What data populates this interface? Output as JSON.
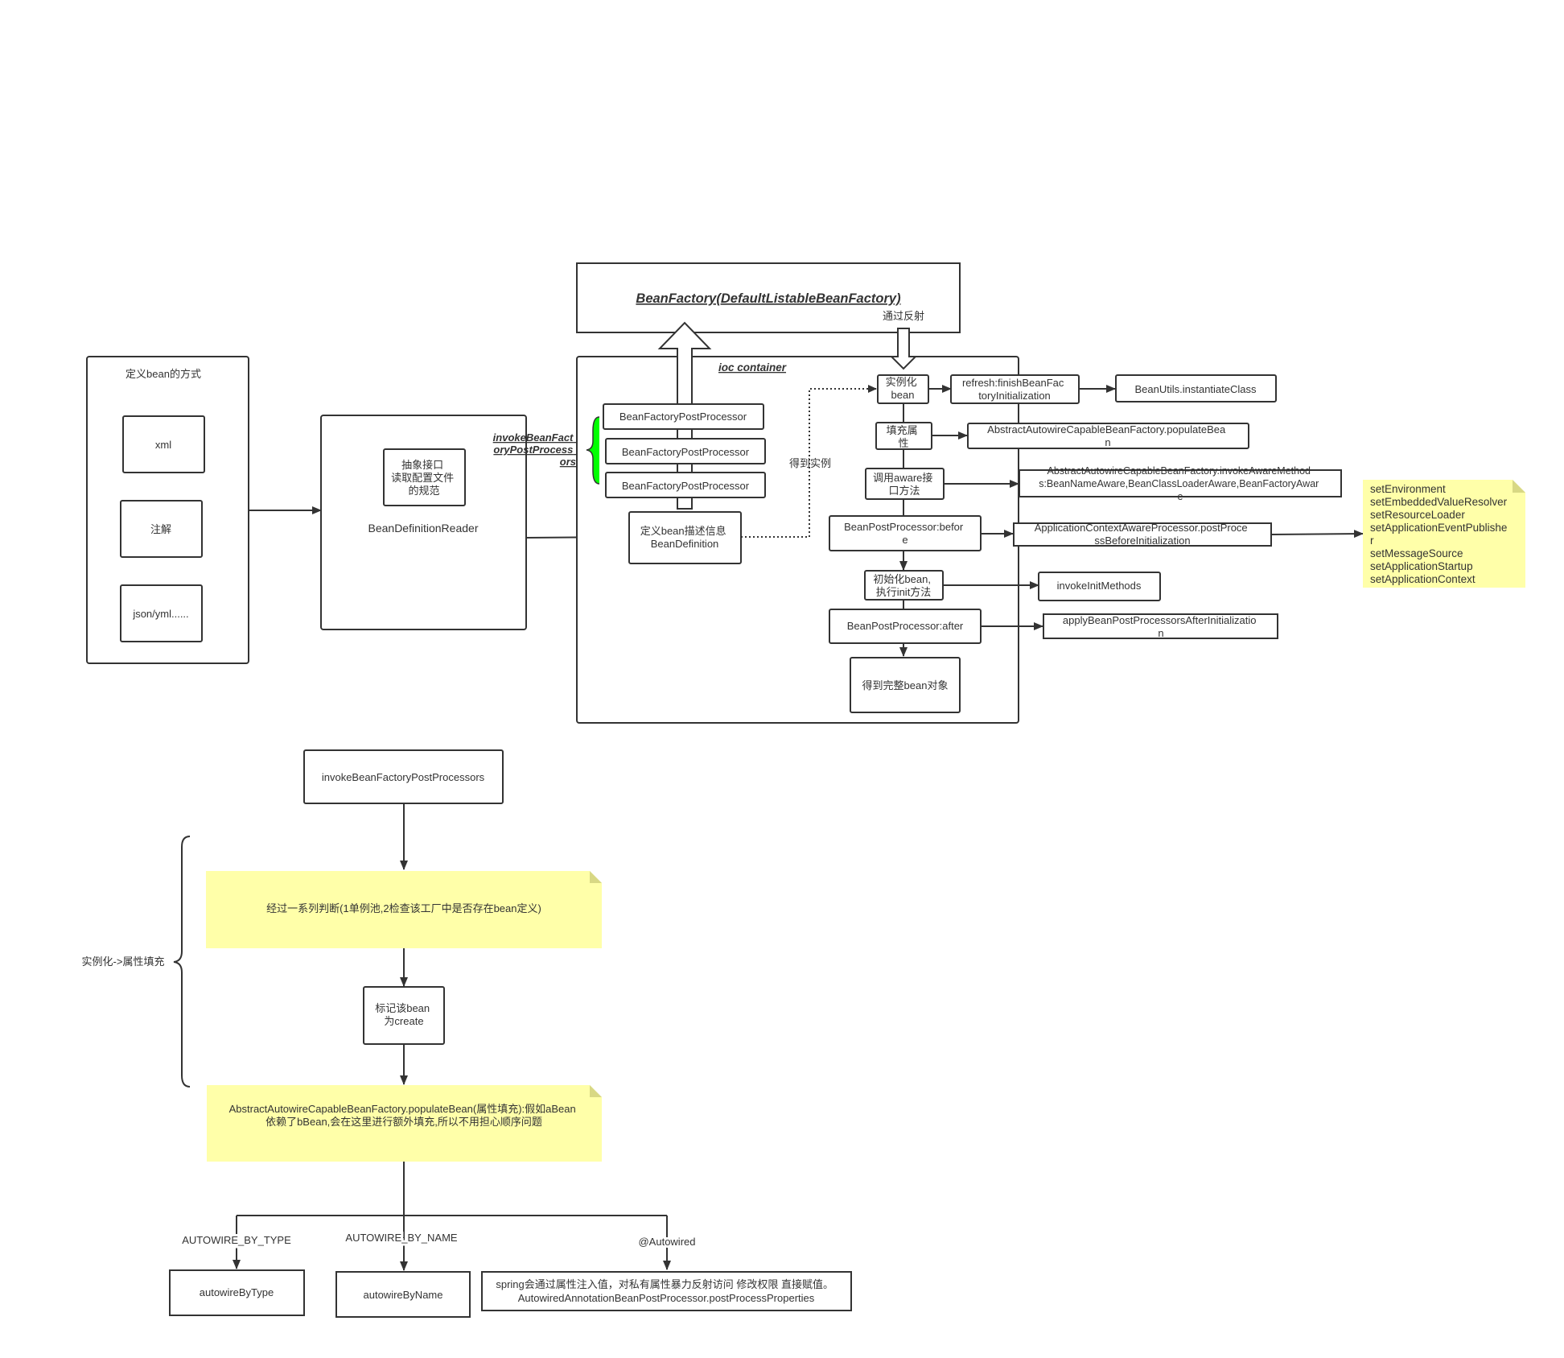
{
  "colors": {
    "stroke": "#333333",
    "note_fill": "#ffffa9",
    "note_fold": "#d8d884",
    "green_brace": "#00ff00"
  },
  "define": {
    "title": "定义bean的方式",
    "xml": "xml",
    "annotation": "注解",
    "json": "json/yml......"
  },
  "reader": {
    "interface_lines": [
      "抽象接口",
      "读取配置文件",
      "的规范"
    ],
    "label": "BeanDefinitionReader"
  },
  "factory": {
    "title": "BeanFactory(DefaultListableBeanFactory)",
    "reflect": "通过反射"
  },
  "container": {
    "title": "ioc container",
    "invoke_label_lines": [
      "invokeBeanFact",
      "oryPostProcess",
      "ors"
    ],
    "bfpp": [
      "BeanFactoryPostProcessor",
      "BeanFactoryPostProcessor",
      "BeanFactoryPostProcessor"
    ],
    "bean_definition_lines": [
      "定义bean描述信息",
      "BeanDefinition"
    ],
    "get_instance": "得到实例"
  },
  "steps": {
    "instantiate_lines": [
      "实例化",
      "bean"
    ],
    "populate_lines": [
      "填充属",
      "性"
    ],
    "aware_lines": [
      "调用aware接",
      "口方法"
    ],
    "bpp_before_lines": [
      "BeanPostProcessor:befor",
      "e"
    ],
    "init_lines": [
      "初始化bean,",
      "执行init方法"
    ],
    "bpp_after": "BeanPostProcessor:after",
    "complete": "得到完整bean对象"
  },
  "details": {
    "refresh_lines": [
      "refresh:finishBeanFac",
      "toryInitialization"
    ],
    "bean_utils": "BeanUtils.instantiateClass",
    "populate_bean_lines": [
      "AbstractAutowireCapableBeanFactory.populateBea",
      "n"
    ],
    "invoke_aware_lines": [
      "AbstractAutowireCapableBeanFactory.invokeAwareMethod",
      "s:BeanNameAware,BeanClassLoaderAware,BeanFactoryAwar",
      "e"
    ],
    "acap_lines": [
      "ApplicationContextAwareProcessor.postProce",
      "ssBeforeInitialization"
    ],
    "invoke_init": "invokeInitMethods",
    "apply_bpp_lines": [
      "applyBeanPostProcessorsAfterInitializatio",
      "n"
    ],
    "aware_note_lines": [
      "setEnvironment",
      "setEmbeddedValueResolver",
      "setResourceLoader",
      "setApplicationEventPublishe",
      "r",
      "setMessageSource",
      "setApplicationStartup",
      "setApplicationContext"
    ]
  },
  "lower": {
    "invoke_bfpp": "invokeBeanFactoryPostProcessors",
    "brace_label": "实例化->属性填充",
    "check_note": "经过一系列判断(1单例池,2检查该工厂中是否存在bean定义)",
    "mark_lines": [
      "标记该bean",
      "为create"
    ],
    "populate_note_lines": [
      "AbstractAutowireCapableBeanFactory.populateBean(属性填充):假如aBean",
      "依赖了bBean,会在这里进行额外填充,所以不用担心顺序问题"
    ],
    "by_type_label": "AUTOWIRE_BY_TYPE",
    "by_name_label": "AUTOWIRE_BY_NAME",
    "autowired_label": "@Autowired",
    "autowire_by_type": "autowireByType",
    "autowire_by_name": "autowireByName",
    "autowired_desc_lines": [
      "spring会通过属性注入值，对私有属性暴力反射访问 修改权限 直接赋值。",
      "AutowiredAnnotationBeanPostProcessor.postProcessProperties"
    ]
  }
}
